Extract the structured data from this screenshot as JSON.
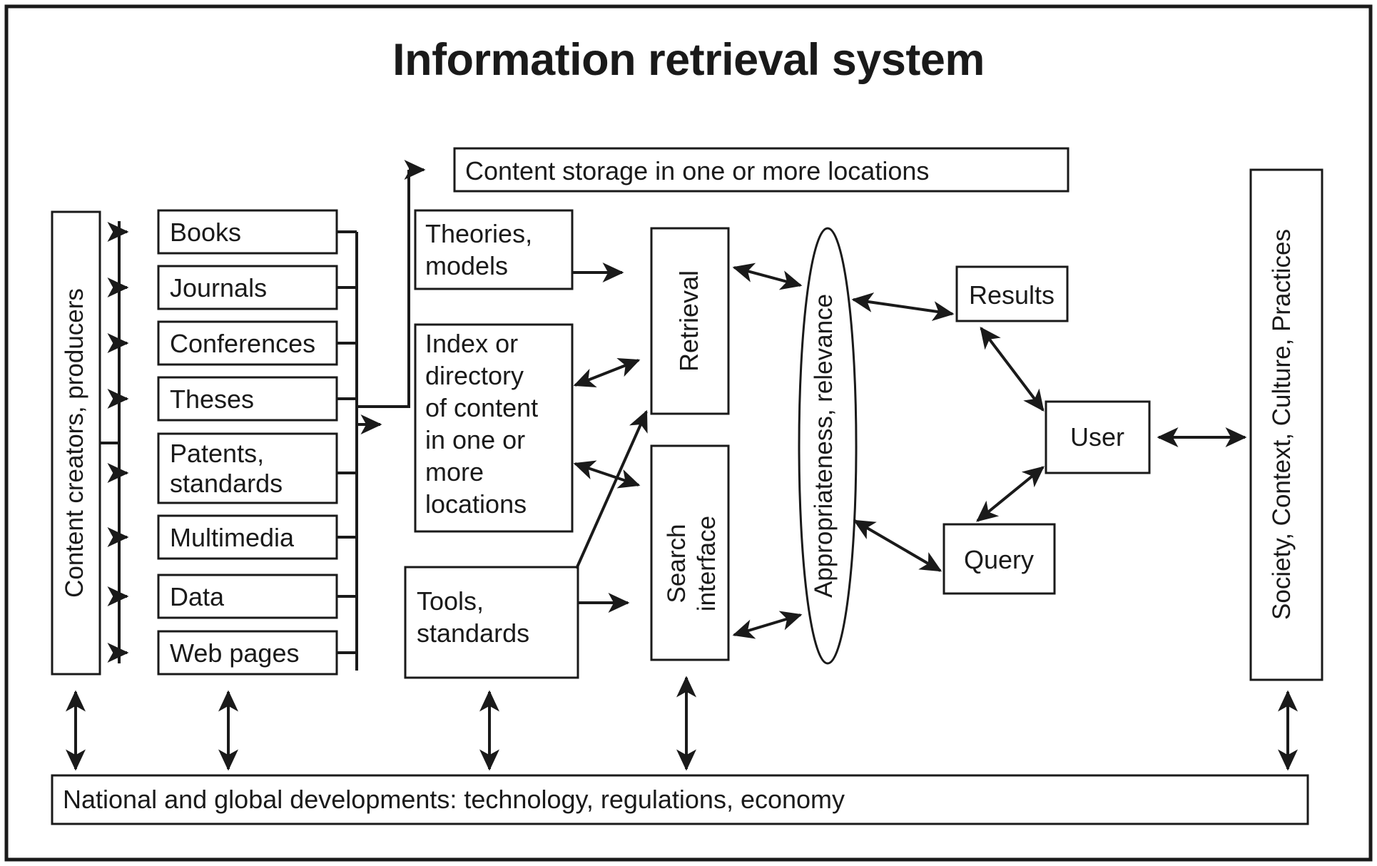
{
  "page": {
    "title": "Information retrieval system",
    "outer_border_color": "#1a1a1a",
    "background": "#ffffff",
    "ink": "#1a1a1a"
  },
  "left_column": {
    "producers_label": "Content creators, producers"
  },
  "content_types": [
    {
      "label": "Books"
    },
    {
      "label": "Journals"
    },
    {
      "label": "Conferences"
    },
    {
      "label": "Theses"
    },
    {
      "label": "Patents,\nstandards",
      "line1": "Patents,",
      "line2": "standards"
    },
    {
      "label": "Multimedia"
    },
    {
      "label": "Data"
    },
    {
      "label": "Web pages"
    }
  ],
  "middle": {
    "content_storage": "Content storage in one or more locations",
    "theories": {
      "line1": "Theories,",
      "line2": "models"
    },
    "index": {
      "line1": "Index or",
      "line2": "directory",
      "line3": "of content",
      "line4": "in one or",
      "line5": "more",
      "line6": "locations"
    },
    "tools": {
      "line1": "Tools,",
      "line2": "standards"
    }
  },
  "system": {
    "retrieval": "Retrieval",
    "search_interface": {
      "line1": "Search",
      "line2": "interface"
    },
    "relevance_ellipse": "Appropriateness, relevance"
  },
  "user_side": {
    "results": "Results",
    "user": "User",
    "query": "Query"
  },
  "right_column": {
    "society": "Society, Context, Culture, Practices"
  },
  "footer": {
    "banner": "National and global developments: technology, regulations, economy"
  }
}
